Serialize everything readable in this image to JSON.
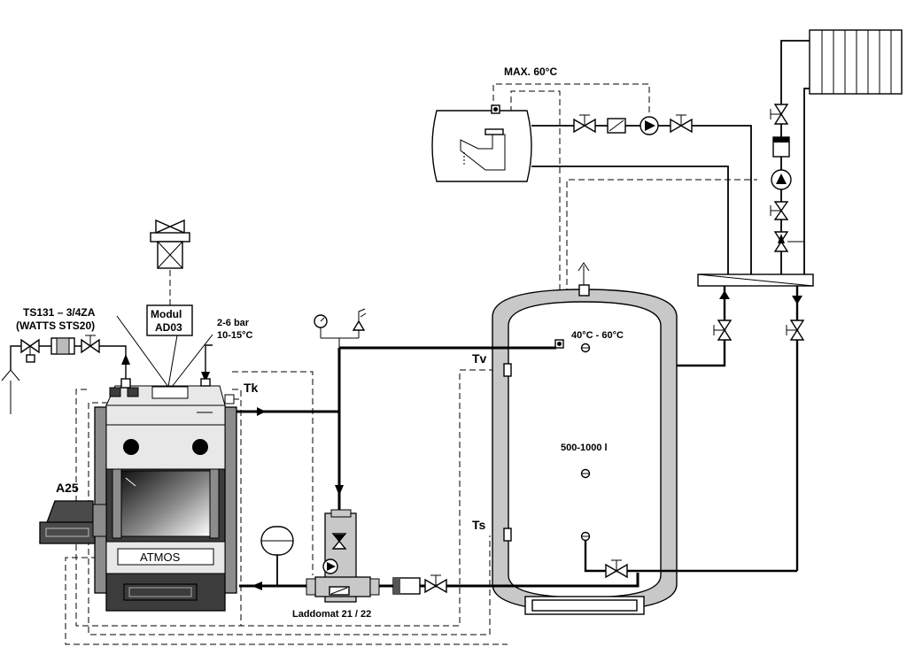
{
  "labels": {
    "max_temp": "MAX. 60°C",
    "thermostatic_valve": "TS131 – 3/4ZA",
    "thermostatic_valve_alt": "(WATTS STS20)",
    "module_line1": "Modul",
    "module_line2": "AD03",
    "pressure": "2-6 bar",
    "temp_range": "10-15°C",
    "tk": "Tk",
    "tv": "Tv",
    "ts": "Ts",
    "tank_temp": "40°C - 60°C",
    "tank_volume": "500-1000 l",
    "burner": "A25",
    "boiler_brand": "ATMOS",
    "laddomat": "Laddomat 21 / 22"
  },
  "colors": {
    "line": "#000000",
    "insulation": "#c8c8c8",
    "boiler_dark": "#3c3c3c",
    "boiler_side": "#8c8c8c",
    "burner": "#4a4a4a"
  }
}
